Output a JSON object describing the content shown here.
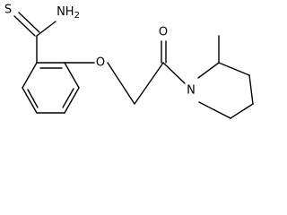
{
  "structure": {
    "atoms": {
      "sulfur": "S",
      "amide_nh2": "NH",
      "amide_nh2_subscript": "2",
      "ether_oxygen": "O",
      "carbonyl_oxygen": "O",
      "ring_nitrogen": "N"
    }
  }
}
